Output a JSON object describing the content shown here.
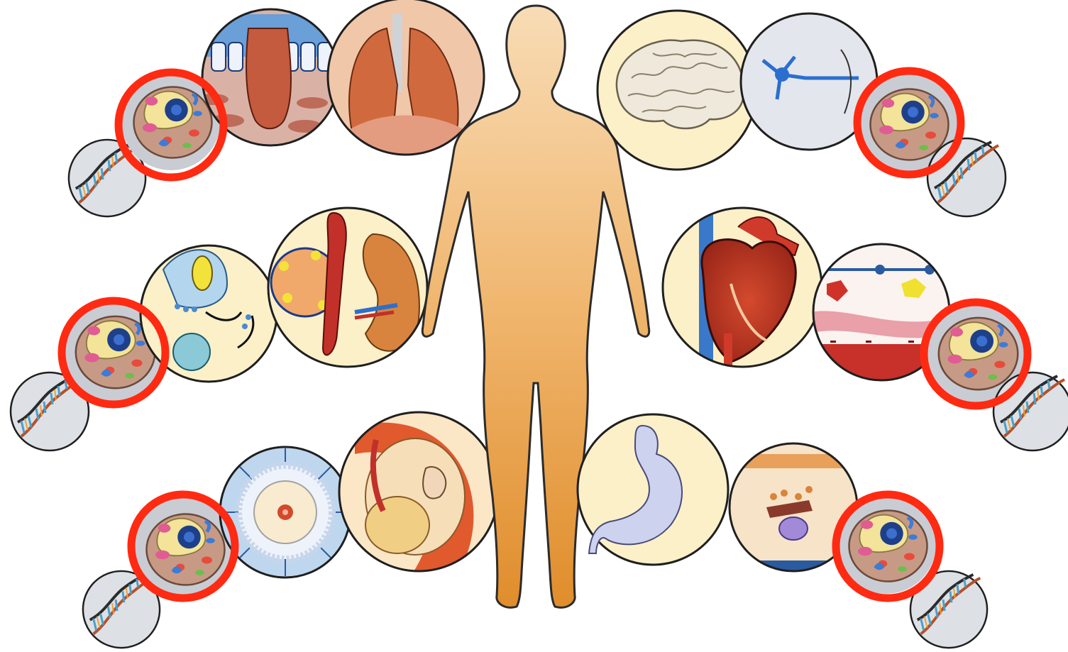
{
  "figure": {
    "subject": "human-body-systems",
    "colors": {
      "body_skin_top": "#f6d3a6",
      "body_skin_bottom": "#e89c3a",
      "body_outline": "#2b2b2b",
      "highlight_ring": "#ff2a12",
      "circle_outline": "#1f1f1f",
      "dna_bg": "#dcdfe3",
      "cell_bg": "#c9ccd3",
      "pale_bg": "#fbf0c8"
    },
    "highlight_count": 6
  },
  "arms": [
    {
      "side": "left",
      "row": "top",
      "organs": [
        "epithelium-icon",
        "lungs-icon"
      ]
    },
    {
      "side": "left",
      "row": "middle",
      "organs": [
        "immune-cells-icon",
        "kidney-icon"
      ]
    },
    {
      "side": "left",
      "row": "bottom",
      "organs": [
        "oocyte-icon",
        "fetus-in-uterus-icon"
      ]
    },
    {
      "side": "right",
      "row": "top",
      "organs": [
        "brain-icon",
        "neuron-icon"
      ]
    },
    {
      "side": "right",
      "row": "middle",
      "organs": [
        "heart-icon",
        "blood-vessel-icon"
      ]
    },
    {
      "side": "right",
      "row": "bottom",
      "organs": [
        "stomach-icon",
        "intestinal-epithelium-icon"
      ]
    }
  ]
}
